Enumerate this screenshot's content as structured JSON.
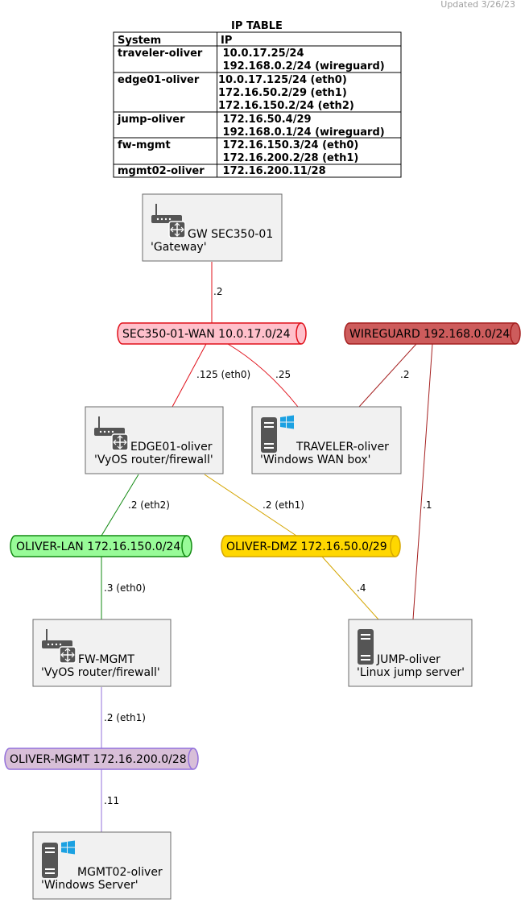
{
  "updated": "Updated 3/26/23",
  "ip_table": {
    "title": "IP TABLE",
    "headers": [
      "System",
      "IP"
    ],
    "rows": [
      [
        "traveler-oliver",
        " 10.0.17.25/24"
      ],
      [
        "",
        " 192.168.0.2/24 (wireguard)"
      ],
      [
        "edge01-oliver",
        "10.0.17.125/24 (eth0)"
      ],
      [
        "",
        "172.16.50.2/29 (eth1)"
      ],
      [
        "",
        "172.16.150.2/24 (eth2)"
      ],
      [
        "jump-oliver",
        " 172.16.50.4/29"
      ],
      [
        "",
        " 192.168.0.1/24 (wireguard)"
      ],
      [
        "fw-mgmt",
        " 172.16.150.3/24 (eth0)"
      ],
      [
        "",
        " 172.16.200.2/28 (eth1)"
      ],
      [
        "mgmt02-oliver",
        " 172.16.200.11/28"
      ]
    ]
  },
  "networks": {
    "wan": {
      "label": "SEC350-01-WAN 10.0.17.0/24",
      "fill": "#ffc0cb",
      "stroke": "#e0101a"
    },
    "wireguard": {
      "label": "WIREGUARD 192.168.0.0/24",
      "fill": "#cd5c5c",
      "stroke": "#a52020"
    },
    "lan": {
      "label": "OLIVER-LAN 172.16.150.0/24",
      "fill": "#98fb98",
      "stroke": "#128a12"
    },
    "dmz": {
      "label": "OLIVER-DMZ 172.16.50.0/29",
      "fill": "#ffd700",
      "stroke": "#d4a500"
    },
    "mgmt": {
      "label": "OLIVER-MGMT 172.16.200.0/28",
      "fill": "#d8bfd8",
      "stroke": "#9370db"
    }
  },
  "nodes": {
    "gateway": {
      "name": "GW SEC350-01",
      "desc": "'Gateway'",
      "icon": "router-icon"
    },
    "edge01": {
      "name": "EDGE01-oliver",
      "desc": "'VyOS router/firewall'",
      "icon": "router-icon"
    },
    "traveler": {
      "name": "TRAVELER-oliver",
      "desc": "'Windows WAN box'",
      "icon": "windows-server-icon"
    },
    "fwmgmt": {
      "name": "FW-MGMT",
      "desc": "'VyOS router/firewall'",
      "icon": "router-icon"
    },
    "jump": {
      "name": "JUMP-oliver",
      "desc": "'Linux jump server'",
      "icon": "server-icon"
    },
    "mgmt02": {
      "name": "MGMT02-oliver",
      "desc": "'Windows Server'",
      "icon": "windows-server-icon"
    }
  },
  "edges": {
    "gw_wan": ".2",
    "edge_wan": ".125 (eth0)",
    "trav_wan": ".25",
    "trav_wg": ".2",
    "edge_lan": ".2 (eth2)",
    "edge_dmz": ".2 (eth1)",
    "jump_wg": ".1",
    "fw_lan": ".3 (eth0)",
    "jump_dmz": ".4",
    "fw_mgmt": ".2 (eth1)",
    "mgmt02_mgmt": ".11"
  },
  "colors": {
    "node_fill": "#f1f1f1",
    "node_stroke": "#6b6b6b",
    "edge_wan": "#e0101a",
    "edge_wg": "#a52020",
    "edge_lan": "#128a12",
    "edge_dmz": "#d4a500",
    "edge_mgmt": "#9370db",
    "icon": "#555555",
    "windows": "#1ba1e2"
  }
}
